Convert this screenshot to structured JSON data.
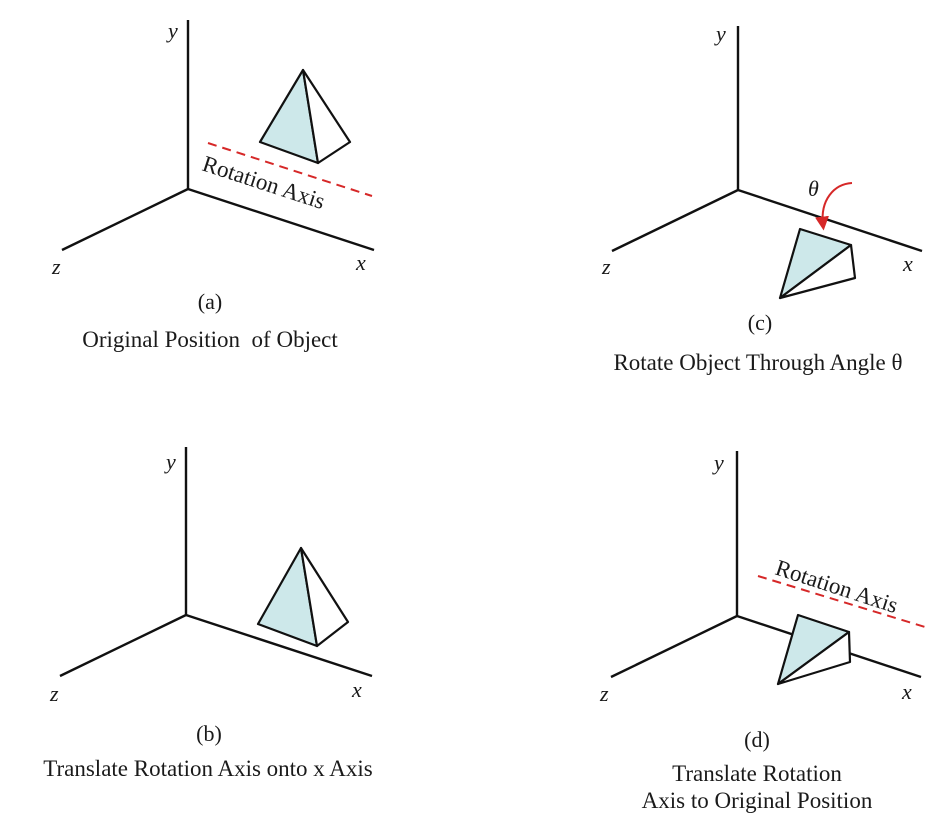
{
  "panels": {
    "a": {
      "axes": {
        "y": "y",
        "x": "x",
        "z": "z"
      },
      "rotation_axis_label": "Rotation Axis",
      "fig_id": "(a)",
      "caption_lines": [
        "Original Position  of Object"
      ]
    },
    "b": {
      "axes": {
        "y": "y",
        "x": "x",
        "z": "z"
      },
      "fig_id": "(b)",
      "caption_lines": [
        "Translate Rotation Axis onto x Axis"
      ]
    },
    "c": {
      "axes": {
        "y": "y",
        "x": "x",
        "z": "z"
      },
      "angle_label": "θ",
      "fig_id": "(c)",
      "caption_lines": [
        "Rotate Object Through Angle θ"
      ]
    },
    "d": {
      "axes": {
        "y": "y",
        "x": "x",
        "z": "z"
      },
      "rotation_axis_label": "Rotation Axis",
      "fig_id": "(d)",
      "caption_lines": [
        "Translate Rotation",
        "Axis to Original Position"
      ]
    }
  },
  "colors": {
    "object_shaded_face": "#cde8ea",
    "rotation_axis_dash": "#d62828",
    "angle_arrow": "#d62828",
    "lines": "#111111"
  }
}
